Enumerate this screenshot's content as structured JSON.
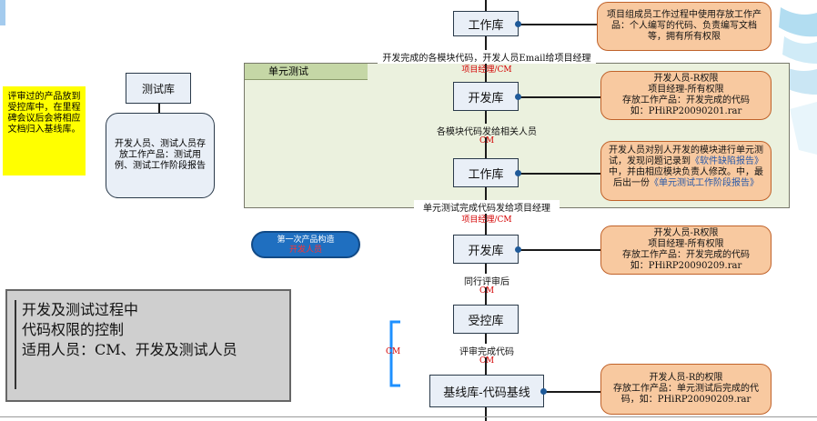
{
  "flow": {
    "box1": "工作库",
    "edge1_text": "开发完成的各模块代码，开发人员Email给项目经理",
    "edge1_cm": "项目经理/CM",
    "box2": "开发库",
    "edge2_text": "各模块代码发给相关人员",
    "edge2_cm": "CM",
    "box3": "工作库",
    "edge3_text": "单元测试完成代码发给项目经理",
    "edge3_cm": "项目经理/CM",
    "box4": "开发库",
    "edge4_text": "同行评审后",
    "edge4_cm": "CM",
    "box5": "受控库",
    "edge5_text": "评审完成代码",
    "edge5_cm": "CM",
    "box6": "基线库-代码基线"
  },
  "notes": {
    "note1": "项目组成员工作过程中使用存放工作产品：个人编写的代码、负责编写文档等，拥有所有权限",
    "note2_lines": [
      "开发人员-R权限",
      "项目经理-所有权限",
      "存放工作产品：开发完成的代码",
      "如：PHiRP20090201.rar"
    ],
    "note3_pre": "开发人员对别人开发的模块进行单元测试，发现问题记录到",
    "note3_link1": "《软件缺陷报告》",
    "note3_mid": "中，并由相应模块负责人修改。中，最后出一份",
    "note3_link2": "《单元测试工作阶段报告》",
    "note4_lines": [
      "开发人员-R权限",
      "项目经理-所有权限",
      "存放工作产品：开发完成的代码",
      "如：PHiRP20090209.rar"
    ],
    "note5_lines": [
      "开发人员-R的权限",
      "存放工作产品：单元测试后完成的代码，如：PHiRP20090209.rar"
    ]
  },
  "unit_test_label": "单元测试",
  "test_lib": {
    "title": "测试库",
    "desc": "开发人员、测试人员存放工作产品：测试用例、测试工作阶段报告"
  },
  "yellow_note": "评审过的产品放到受控库中，在里程碑会议后会将相应文档归入基线库。",
  "pill": {
    "line1": "第一次产品构造",
    "line2": "开发人员"
  },
  "gray_box_lines": [
    "开发及测试过程中",
    "代码权限的控制",
    "适用人员：CM、开发及测试人员"
  ],
  "bracket_label": "CM",
  "colors": {
    "note_fill": "#f8c9a0",
    "note_border": "#c0622a",
    "unit_test_fill": "#ebf1de",
    "yellow": "#ffff00",
    "pill_blue": "#1f6fc0",
    "cm_red": "#d40000",
    "bracket_blue": "#1e90ff"
  }
}
